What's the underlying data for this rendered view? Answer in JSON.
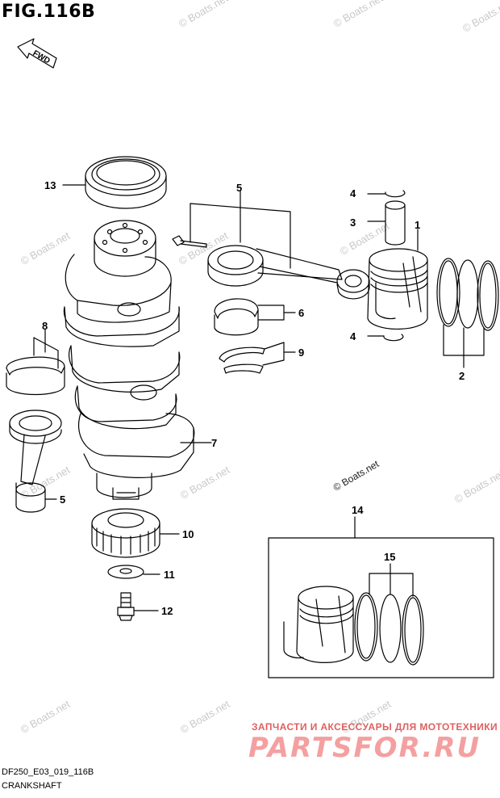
{
  "figure": {
    "title": "FIG.116B",
    "fwd_label": "FWD",
    "callouts": {
      "c1": "1",
      "c2": "2",
      "c3": "3",
      "c4a": "4",
      "c4b": "4",
      "c5a": "5",
      "c5b": "5",
      "c6": "6",
      "c7": "7",
      "c8": "8",
      "c9": "9",
      "c10": "10",
      "c11": "11",
      "c12": "12",
      "c13": "13",
      "c14": "14",
      "c15": "15"
    }
  },
  "watermark": {
    "text": "© Boats.net"
  },
  "footer": {
    "code": "DF250_E03_019_116B",
    "section": "CRANKSHAFT"
  },
  "banner": {
    "subtitle": "ЗАПЧАСТИ И АКСЕССУАРЫ ДЛЯ МОТОТЕХНИКИ",
    "brand": "PARTSFOR.RU"
  }
}
